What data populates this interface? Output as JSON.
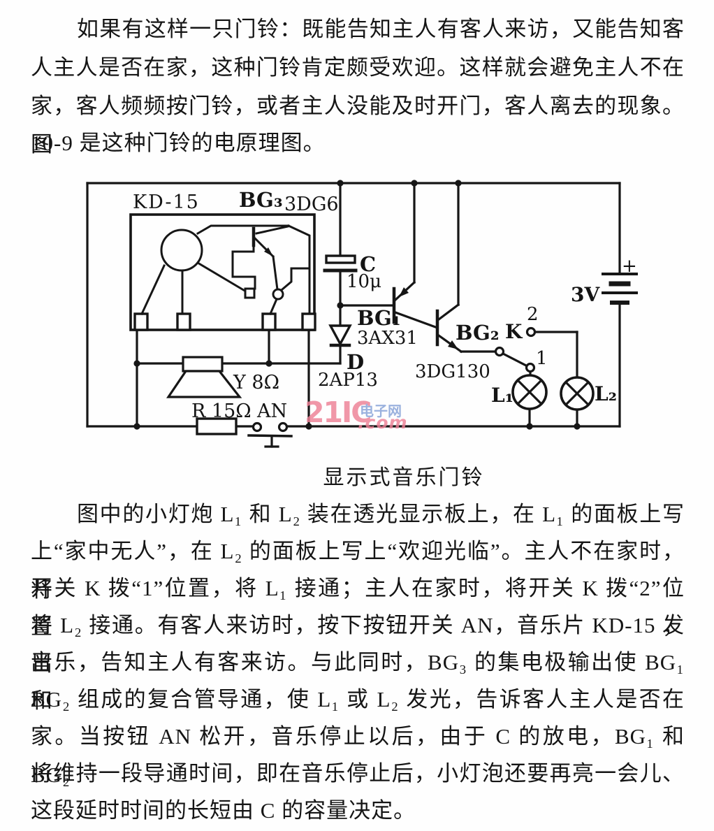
{
  "intro_lines": [
    "如果有这样一只门铃：既能告知主人有客人来访，又能告知客",
    "人主人是否在家，这种门铃肯定颇受欢迎。这样就会避免主人不在",
    "家，客人频频按门铃，或者主人没能及时开门，客人离去的现象。图",
    "10-9 是这种门铃的电原理图。"
  ],
  "figure": {
    "caption": "显示式音乐门铃",
    "labels": {
      "chip": "KD-15",
      "bg3": "BG₃",
      "bg3_model": "3DG6",
      "cap": "C",
      "cap_value": "10μ",
      "bg1": "BG₁",
      "bg1_model": "3AX31",
      "diode": "D",
      "diode_model": "2AP13",
      "bg2": "BG₂",
      "bg2_model": "3DG130",
      "switch_k": "K",
      "pos2": "2",
      "pos1": "1",
      "lamp1": "L₁",
      "lamp2": "L₂",
      "battery": "3V",
      "battery_plus": "+",
      "speaker": "Y 8Ω",
      "resistor": "R 15Ω",
      "button": "AN"
    }
  },
  "body_lines": [
    "图中的小灯炮 L₁ 和 L₂ 装在透光显示板上，在 L₁ 的面板上写",
    "上“家中无人”，在 L₂ 的面板上写上“欢迎光临”。主人不在家时，将",
    "开关 K 拨“1”位置，将 L₁ 接通；主人在家时，将开关 K 拨“2”位置，",
    "将 L₂ 接通。有客人来访时，按下按钮开关 AN，音乐片 KD-15 发出",
    "音乐，告知主人有客来访。与此同时，BG₃ 的集电极输出使 BG₁ 和",
    "BG₂ 组成的复合管导通，使 L₁ 或 L₂ 发光，告诉客人主人是否在",
    "家。当按钮 AN 松开，音乐停止以后，由于 C 的放电，BG₁ 和 BG₂",
    "将维持一段导通时间，即在音乐停止后，小灯泡还要再亮一会儿、",
    "这段延时时间的长短由 C 的容量决定。"
  ],
  "watermark": {
    "brand": "21IC",
    "site": "电子网",
    "tld": ".com",
    "pink": "#ee8196",
    "blue": "#86a2d8"
  }
}
